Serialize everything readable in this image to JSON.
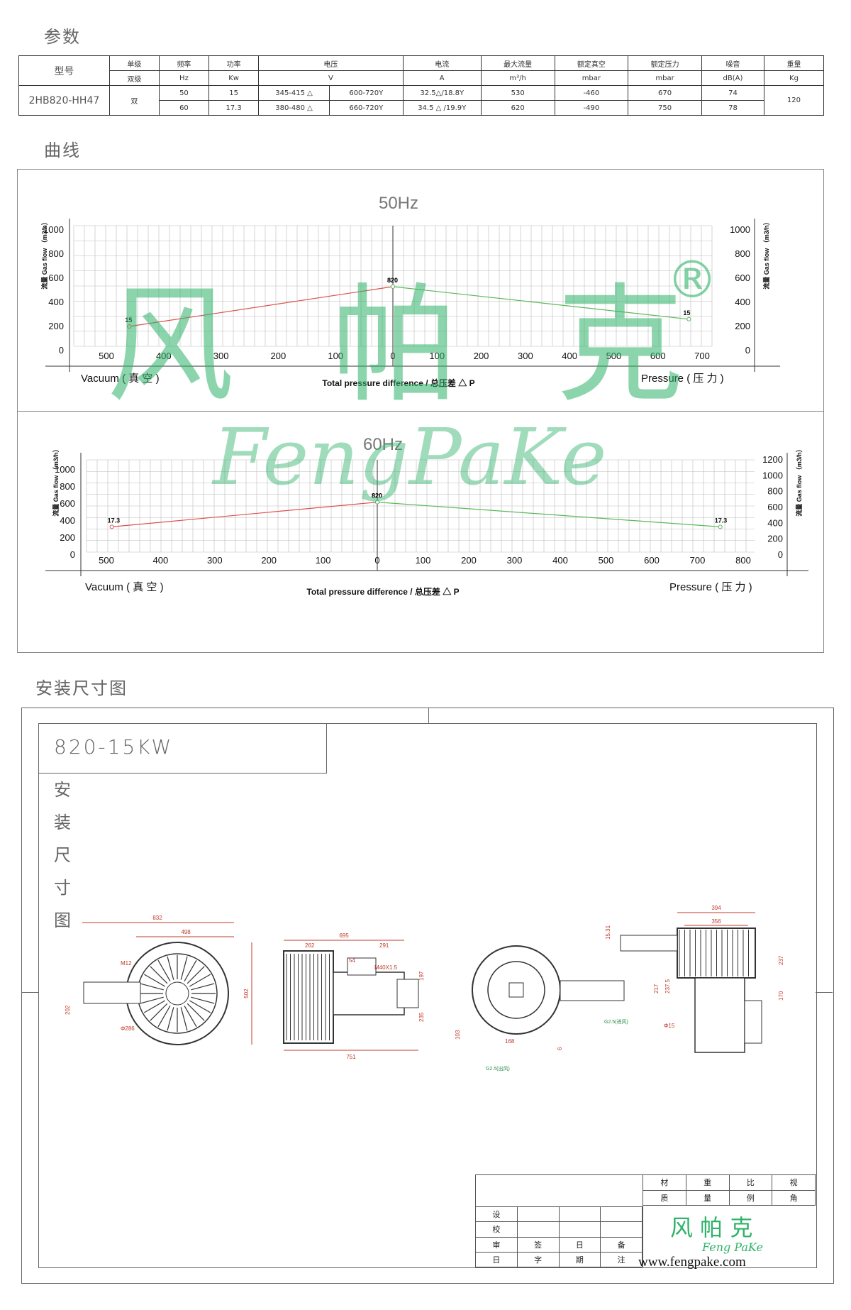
{
  "sections": {
    "params_title": "参数",
    "curve_title": "曲线",
    "install_title": "安装尺寸图"
  },
  "spec_table": {
    "headers": [
      "型号",
      "单级",
      "频率",
      "功率",
      "电压",
      "电流",
      "最大流量",
      "额定真空",
      "额定压力",
      "噪音",
      "重量"
    ],
    "units": [
      "双级",
      "Hz",
      "Kw",
      "V",
      "A",
      "m³/h",
      "mbar",
      "mbar",
      "dB(A)",
      "Kg"
    ],
    "model": "2HB820-HH47",
    "stage": "双",
    "rows": [
      {
        "freq": "50",
        "power": "15",
        "volt_a": "345-415 △",
        "volt_b": "600-720Y",
        "current": "32.5△/18.8Y",
        "flow": "530",
        "vacuum": "-460",
        "pressure": "670",
        "noise": "74"
      },
      {
        "freq": "60",
        "power": "17.3",
        "volt_a": "380-480 △",
        "volt_b": "660-720Y",
        "current": "34.5 △ /19.9Y",
        "flow": "620",
        "vacuum": "-490",
        "pressure": "750",
        "noise": "78"
      }
    ],
    "weight": "120"
  },
  "chart_data": [
    {
      "type": "line",
      "title": "50Hz",
      "xlabel": "Total pressure difference / 总压差 △ P",
      "left_label": "Vacuum ( 真 空 )",
      "right_label": "Pressure ( 压 力 )",
      "ylabel": "流量 Gas flow （m3/h）",
      "vacuum_ticks": [
        "500",
        "400",
        "300",
        "200",
        "100",
        "0"
      ],
      "pressure_ticks": [
        "100",
        "200",
        "300",
        "400",
        "500",
        "600",
        "700"
      ],
      "y_ticks": [
        "0",
        "200",
        "400",
        "600",
        "800",
        "1000"
      ],
      "ylim": [
        0,
        1000
      ],
      "series": [
        {
          "name": "vacuum",
          "color": "#d9534f",
          "points": [
            {
              "x": -460,
              "y": 200
            },
            {
              "x": 0,
              "y": 530
            }
          ],
          "labels": [
            "15",
            "820"
          ]
        },
        {
          "name": "pressure",
          "color": "#5cb85c",
          "points": [
            {
              "x": 0,
              "y": 530
            },
            {
              "x": 670,
              "y": 260
            }
          ],
          "labels": [
            "820",
            "15"
          ]
        }
      ]
    },
    {
      "type": "line",
      "title": "60Hz",
      "xlabel": "Total pressure difference / 总压差 △ P",
      "left_label": "Vacuum ( 真 空 )",
      "right_label": "Pressure ( 压 力 )",
      "ylabel": "流量 Gas flow （m3/h）",
      "vacuum_ticks": [
        "500",
        "400",
        "300",
        "200",
        "100",
        "0"
      ],
      "pressure_ticks": [
        "100",
        "200",
        "300",
        "400",
        "500",
        "600",
        "700",
        "800"
      ],
      "y_ticks_left": [
        "0",
        "200",
        "400",
        "600",
        "800",
        "1000"
      ],
      "y_ticks_right": [
        "0",
        "200",
        "400",
        "600",
        "800",
        "1000",
        "1200"
      ],
      "ylim": [
        0,
        1200
      ],
      "series": [
        {
          "name": "vacuum",
          "color": "#d9534f",
          "points": [
            {
              "x": -490,
              "y": 330
            },
            {
              "x": 0,
              "y": 620
            }
          ],
          "labels": [
            "17.3",
            "820"
          ]
        },
        {
          "name": "pressure",
          "color": "#5cb85c",
          "points": [
            {
              "x": 0,
              "y": 620
            },
            {
              "x": 750,
              "y": 330
            }
          ],
          "labels": [
            "820",
            "17.3"
          ]
        }
      ]
    }
  ],
  "watermark": {
    "cn": "风 帕 克",
    "en": "FengPaKe",
    "reg": "®"
  },
  "drawing": {
    "title": "820-15KW",
    "side_label": [
      "安",
      "装",
      "尺",
      "寸",
      "图"
    ],
    "dims": {
      "front": [
        "832",
        "498",
        "M12",
        "502",
        "Φ286",
        "202"
      ],
      "side": [
        "695",
        "262",
        "291",
        "54",
        "M40X1.5",
        "197",
        "235",
        "751"
      ],
      "back": [
        "G2.5(进风)",
        "217",
        "237.5",
        "103",
        "168",
        "6",
        "G2.5(出风)"
      ],
      "top": [
        "394",
        "356",
        "15.31",
        "237",
        "170",
        "Φ15"
      ]
    },
    "title_block": {
      "rows_left": [
        "设",
        "校",
        "审",
        "日"
      ],
      "cols": [
        "签",
        "日",
        "备"
      ],
      "bottom": [
        "字",
        "期",
        "注"
      ],
      "right_head": [
        "材",
        "重",
        "比",
        "视"
      ],
      "right_sub": [
        "质",
        "量",
        "例",
        "角"
      ],
      "logo_cn": "风 帕 克",
      "logo_en": "Feng PaKe",
      "url": "www.fengpake.com"
    }
  },
  "colors": {
    "vacuum_line": "#d9534f",
    "pressure_line": "#5cb85c",
    "watermark": "#2fb36a",
    "grid": "#bbbbbb",
    "dim": "#c0392b"
  }
}
